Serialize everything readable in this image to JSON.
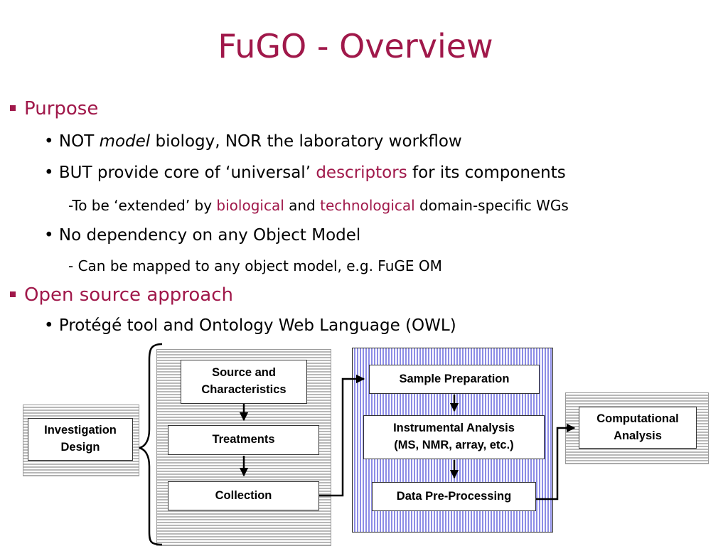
{
  "title": "FuGO - Overview",
  "bullets": {
    "purpose": "Purpose",
    "not_model": {
      "prefix": "NOT ",
      "em": "model",
      "suffix": " biology, NOR the laboratory workflow"
    },
    "but_provide": {
      "prefix": "BUT provide core of ‘universal’ ",
      "accent": "descriptors",
      "suffix": " for its components"
    },
    "extended": {
      "prefix": "-To be ‘extended’ by ",
      "accent1": "biological",
      "mid": " and ",
      "accent2": "technological",
      "suffix": " domain-specific WGs"
    },
    "no_dependency": "No dependency on any Object Model",
    "mapped": "- Can be mapped to any object model, e.g. FuGE OM",
    "open_source": "Open source approach",
    "protege": "Protégé tool and Ontology Web Language (OWL)"
  },
  "diagram": {
    "investigation_design": [
      "Investigation",
      "Design"
    ],
    "source_characteristics": [
      "Source and",
      "Characteristics"
    ],
    "treatments": "Treatments",
    "collection": "Collection",
    "sample_preparation": "Sample Preparation",
    "instrumental_analysis": [
      "Instrumental Analysis",
      "(MS, NMR, array, etc.)"
    ],
    "data_preprocessing": "Data Pre-Processing",
    "computational_analysis": [
      "Computational",
      "Analysis"
    ]
  },
  "colors": {
    "accent": "#a0184a",
    "panel_blue": "#8c8ce6",
    "panel_gray": "#b8b8b8"
  },
  "icons": {
    "bullet_level1": "square-bullet-icon",
    "bullet_level2": "round-bullet-icon"
  }
}
